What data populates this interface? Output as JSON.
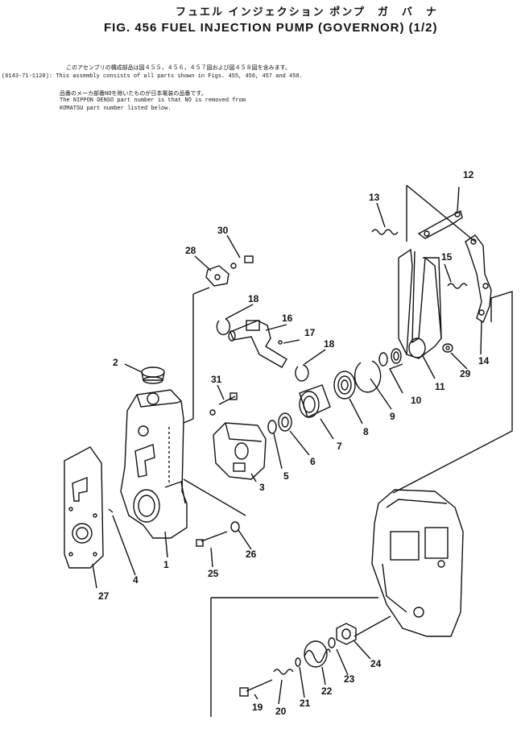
{
  "header": {
    "title_jp": "フュエル インジェクション ポンプ　ガ　バ　ナ",
    "title_en": "FIG. 456  FUEL INJECTION PUMP (GOVERNOR) (1/2)"
  },
  "notes": {
    "line1": "このアセンブリの構成部品は図４５５，４５６，４５７図および図４５８図を含みます。",
    "line2": "(6143-71-1120): This assembly consists of all parts shown in Figs. 455, 456, 457 and 458.",
    "line3": "品番のメーカ部番NOを除いたものが日本電装の品番です。",
    "line4": "The NIPPON DENSO part number is that NO is removed from",
    "line5": "KOMATSU part number listed below."
  },
  "callouts": [
    "1",
    "2",
    "3",
    "5",
    "6",
    "7",
    "8",
    "9",
    "10",
    "11",
    "12",
    "13",
    "14",
    "15",
    "16",
    "17",
    "18",
    "18",
    "19",
    "20",
    "21",
    "22",
    "23",
    "24",
    "25",
    "26",
    "27",
    "28",
    "29",
    "30",
    "31",
    "4"
  ]
}
